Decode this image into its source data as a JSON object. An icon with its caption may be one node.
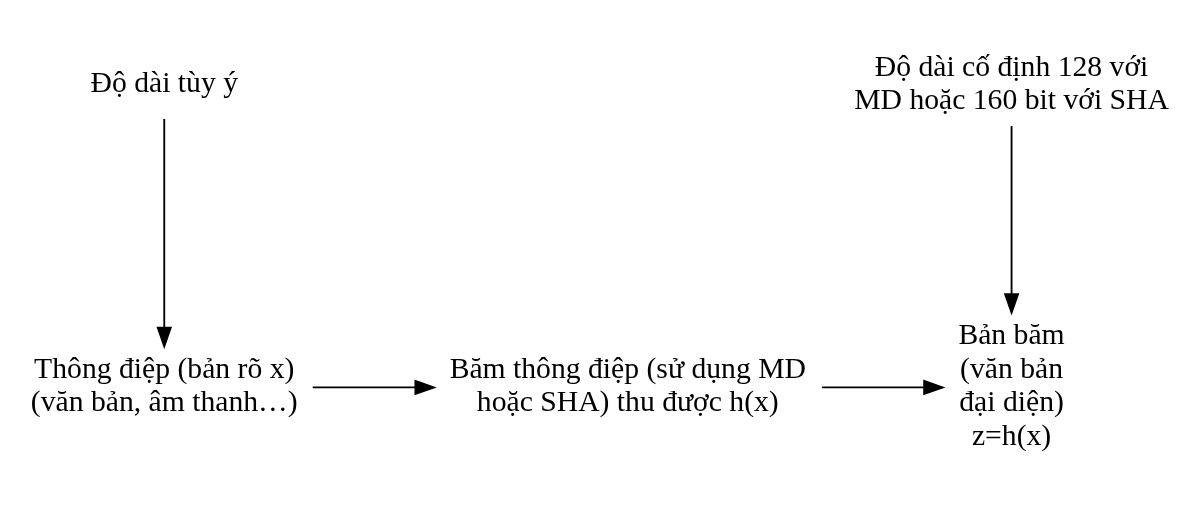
{
  "diagram": {
    "nodes": [
      {
        "text": [
          "Độ dài tùy ý"
        ]
      },
      {
        "text": [
          "Độ dài cố định 128 với MD hoặc 160 bit với SHA"
        ]
      },
      {
        "text": [
          "Thông điệp (bản rõ x) (văn bản, âm thanh…)"
        ]
      },
      {
        "text": [
          "Băm thông điệp (sử dụng MD hoặc SHA) thu được h(x)"
        ]
      },
      {
        "text": [
          "Bản băm (văn bản đại diện) z=h(x)"
        ]
      }
    ],
    "edges": [
      {
        "from": 0,
        "to": 2,
        "arrow": "to"
      },
      {
        "from": 1,
        "to": 4,
        "arrow": "to"
      },
      {
        "from": 2,
        "to": 3,
        "arrow": "to"
      },
      {
        "from": 3,
        "to": 4,
        "arrow": "to"
      }
    ]
  }
}
